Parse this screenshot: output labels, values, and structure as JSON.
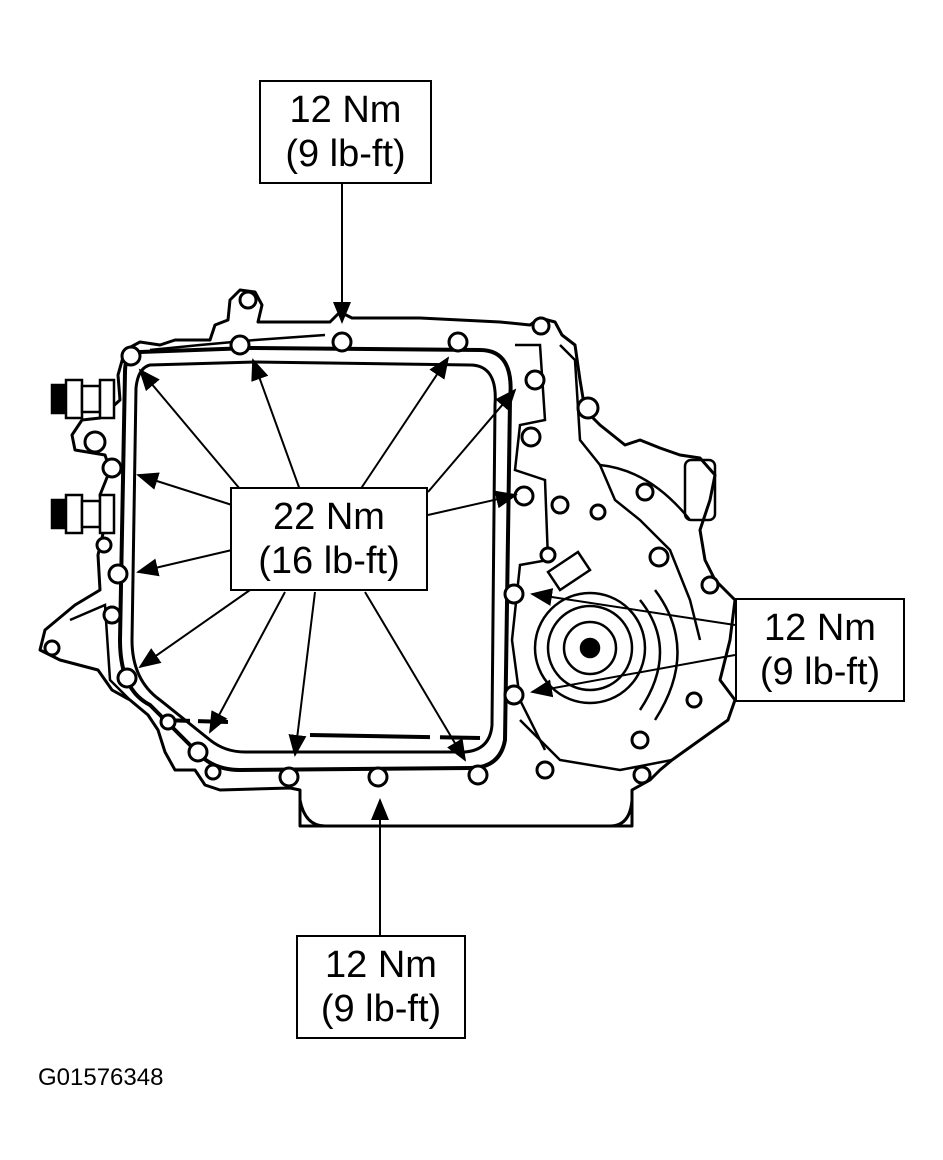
{
  "callouts": {
    "top": {
      "line1": "12 Nm",
      "line2": "(9 lb-ft)"
    },
    "center": {
      "line1": "22 Nm",
      "line2": "(16 lb-ft)"
    },
    "right": {
      "line1": "12 Nm",
      "line2": "(9 lb-ft)"
    },
    "bottom": {
      "line1": "12 Nm",
      "line2": "(9 lb-ft)"
    }
  },
  "figure_id": "G01576348",
  "colors": {
    "ink": "#000000",
    "background": "#ffffff"
  }
}
